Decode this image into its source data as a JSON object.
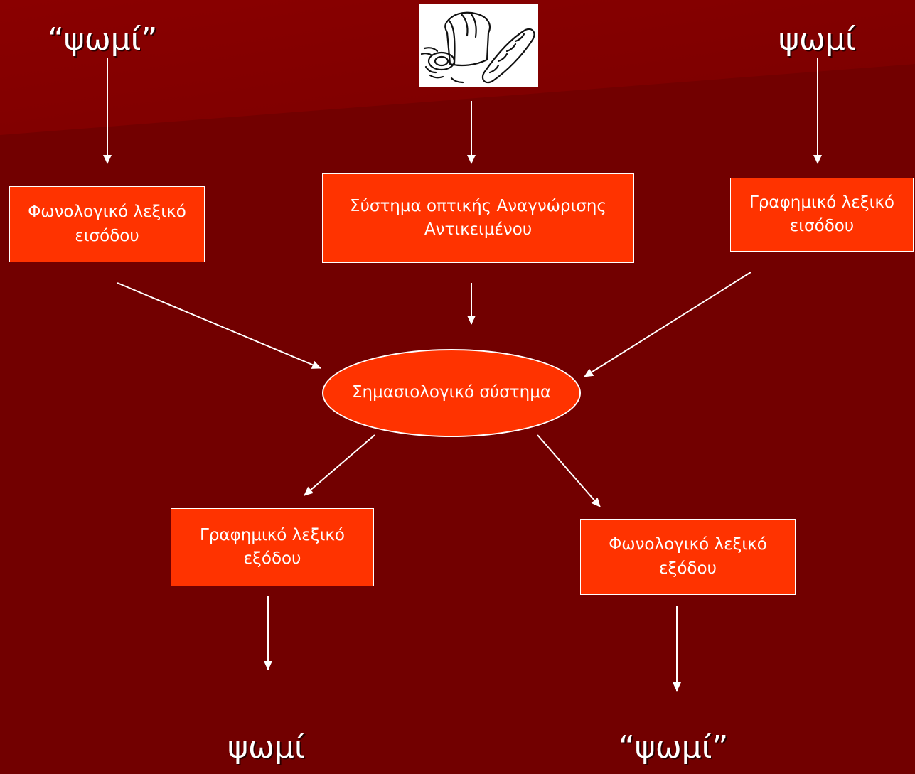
{
  "inputs": {
    "spoken_word": "“ψωμί”",
    "written_word": "ψωμί",
    "picture_icon": "bread-picture-icon"
  },
  "boxes": {
    "phonological_input": [
      "Φωνολογικό λεξικό",
      "εισόδου"
    ],
    "object_recognition": [
      "Σύστημα οπτικής Αναγνώρισης",
      "Αντικειμένου"
    ],
    "orthographic_input": [
      "Γραφημικό λεξικό",
      "εισόδου"
    ],
    "semantic_system": [
      "Σημασιολογικό",
      "σύστημα"
    ],
    "orthographic_output": [
      "Γραφημικό λεξικό",
      "εξόδου"
    ],
    "phonological_output": [
      "Φωνολογικό λεξικό",
      "εξόδου"
    ]
  },
  "outputs": {
    "written_word": "ψωμί",
    "spoken_word": "“ψωμί”"
  },
  "colors": {
    "background": "#720000",
    "box_fill": "#ff3300",
    "stroke": "#ffffff"
  }
}
